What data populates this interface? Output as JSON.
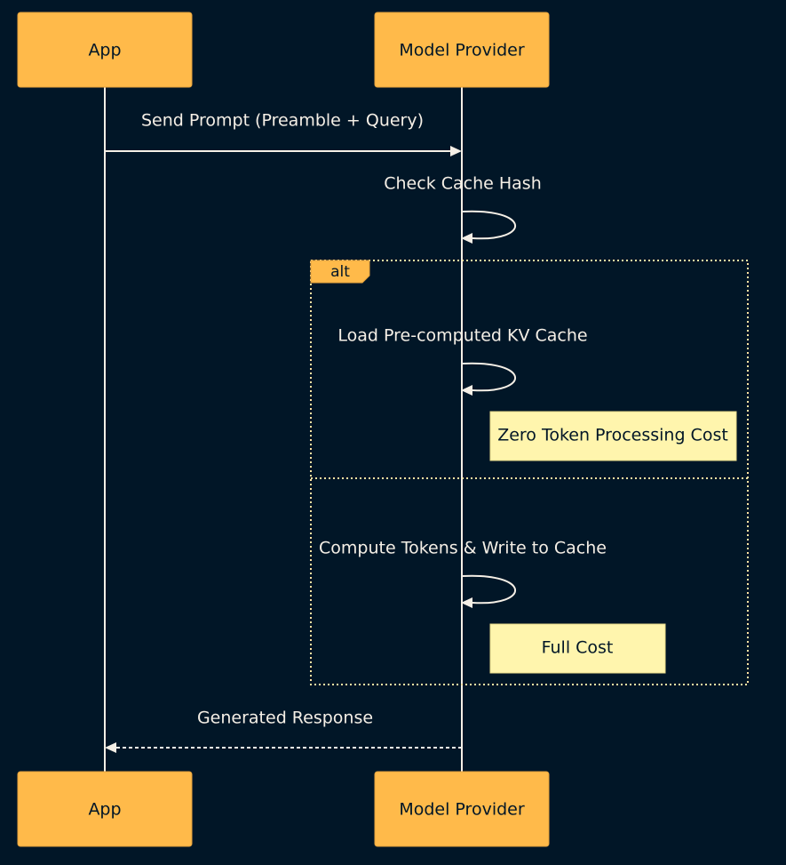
{
  "participants": [
    {
      "name": "App"
    },
    {
      "name": "Model Provider"
    }
  ],
  "messages": {
    "send_prompt": "Send Prompt (Preamble + Query)",
    "check_cache": "Check Cache Hash",
    "load_cache": "Load Pre-computed KV Cache",
    "compute_tokens": "Compute Tokens & Write to Cache",
    "generated_response": "Generated Response"
  },
  "alt": {
    "label": "alt"
  },
  "notes": {
    "zero_cost": "Zero Token Processing Cost",
    "full_cost": "Full Cost"
  },
  "colors": {
    "background": "#011627",
    "actor_fill": "#FFBA4A",
    "line": "#F5EFE6",
    "note_fill": "#FFF5AD",
    "frame": "#FFE3A3"
  }
}
